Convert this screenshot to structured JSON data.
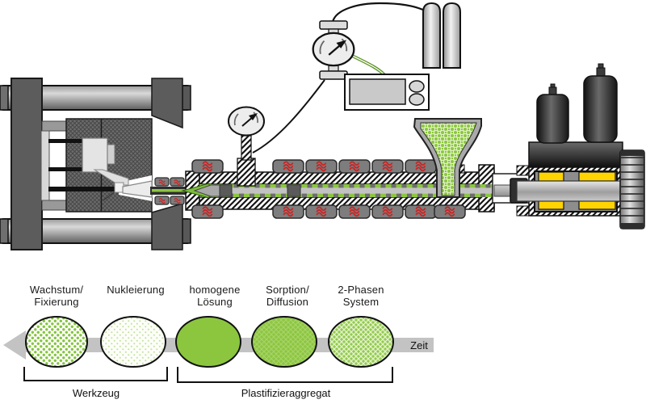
{
  "timeline": {
    "phases": [
      {
        "line1": "Wachstum/",
        "line2": "Fixierung"
      },
      {
        "line1": "Nukleierung",
        "line2": ""
      },
      {
        "line1": "homogene",
        "line2": "Lösung"
      },
      {
        "line1": "Sorption/",
        "line2": "Diffusion"
      },
      {
        "line1": "2-Phasen",
        "line2": "System"
      }
    ],
    "time_label": "Zeit",
    "groups": [
      {
        "label": "Werkzeug"
      },
      {
        "label": "Plastifizieraggregat"
      }
    ]
  },
  "colors": {
    "melt_green": "#8CC63F",
    "axis_gray": "#C3C3C3",
    "heater_red": "#CC2222",
    "drive_yellow": "#FFD400"
  },
  "icons": {
    "heater": "heat-waves-icon",
    "gauge": "pressure-gauge-icon"
  }
}
